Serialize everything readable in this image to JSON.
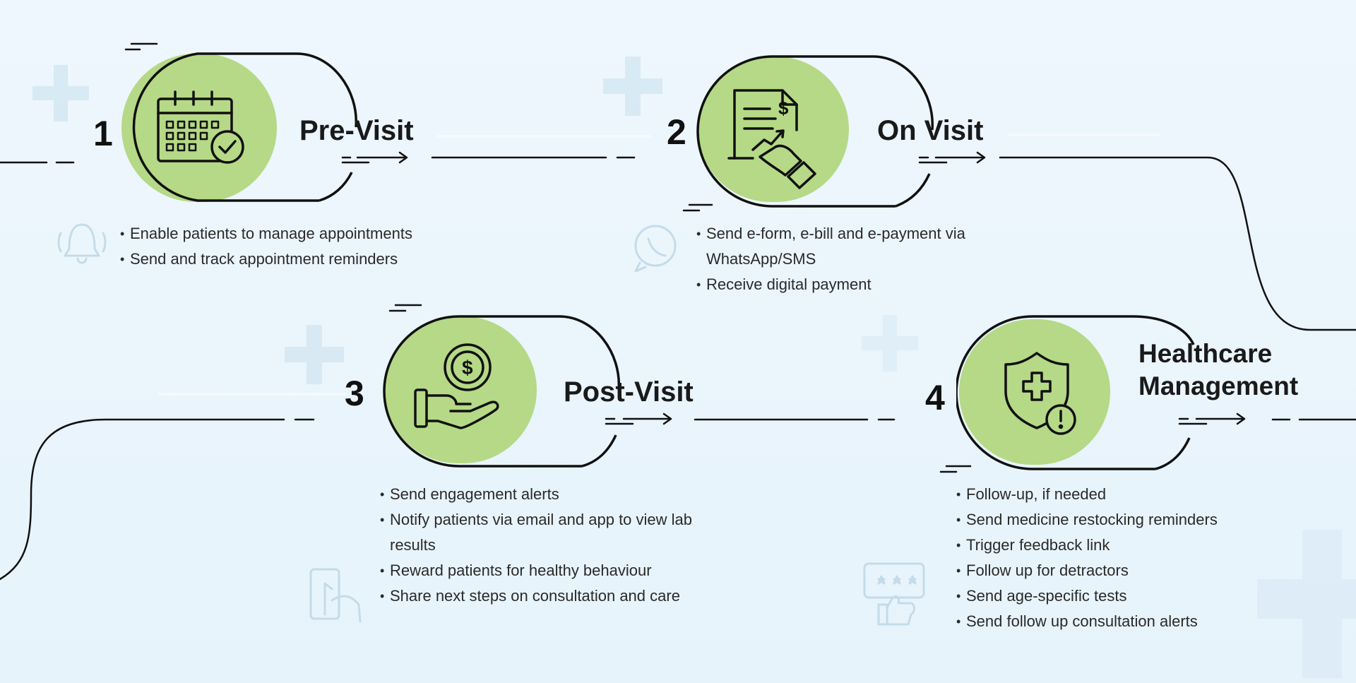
{
  "stages": [
    {
      "number": "1",
      "title_lines": [
        "Pre-Visit"
      ],
      "icon": "calendar-check-icon",
      "side_icon": "bell-icon",
      "bullets": [
        "Enable patients to manage appointments",
        "Send and track appointment reminders"
      ]
    },
    {
      "number": "2",
      "title_lines": [
        "On Visit"
      ],
      "icon": "invoice-payment-icon",
      "side_icon": "whatsapp-icon",
      "bullets": [
        "Send e-form, e-bill and e-payment via WhatsApp/SMS",
        "Receive digital payment"
      ]
    },
    {
      "number": "3",
      "title_lines": [
        "Post-Visit"
      ],
      "icon": "hand-coin-icon",
      "side_icon": "mobile-touch-icon",
      "bullets": [
        "Send engagement alerts",
        "Notify patients via email and app to view lab results",
        "Reward patients for healthy behaviour",
        "Share next steps on consultation and care"
      ]
    },
    {
      "number": "4",
      "title_lines": [
        "Healthcare",
        "Management"
      ],
      "icon": "shield-medical-alert-icon",
      "side_icon": "rating-thumbs-up-icon",
      "bullets": [
        "Follow-up, if needed",
        "Send medicine restocking reminders",
        "Trigger feedback link",
        "Follow up for detractors",
        "Send age-specific tests",
        "Send follow up consultation alerts"
      ]
    }
  ],
  "colors": {
    "background": "#eaf5fc",
    "accent_green": "#b5d986",
    "outline": "#111111",
    "watermark": "#d4e6f1"
  }
}
